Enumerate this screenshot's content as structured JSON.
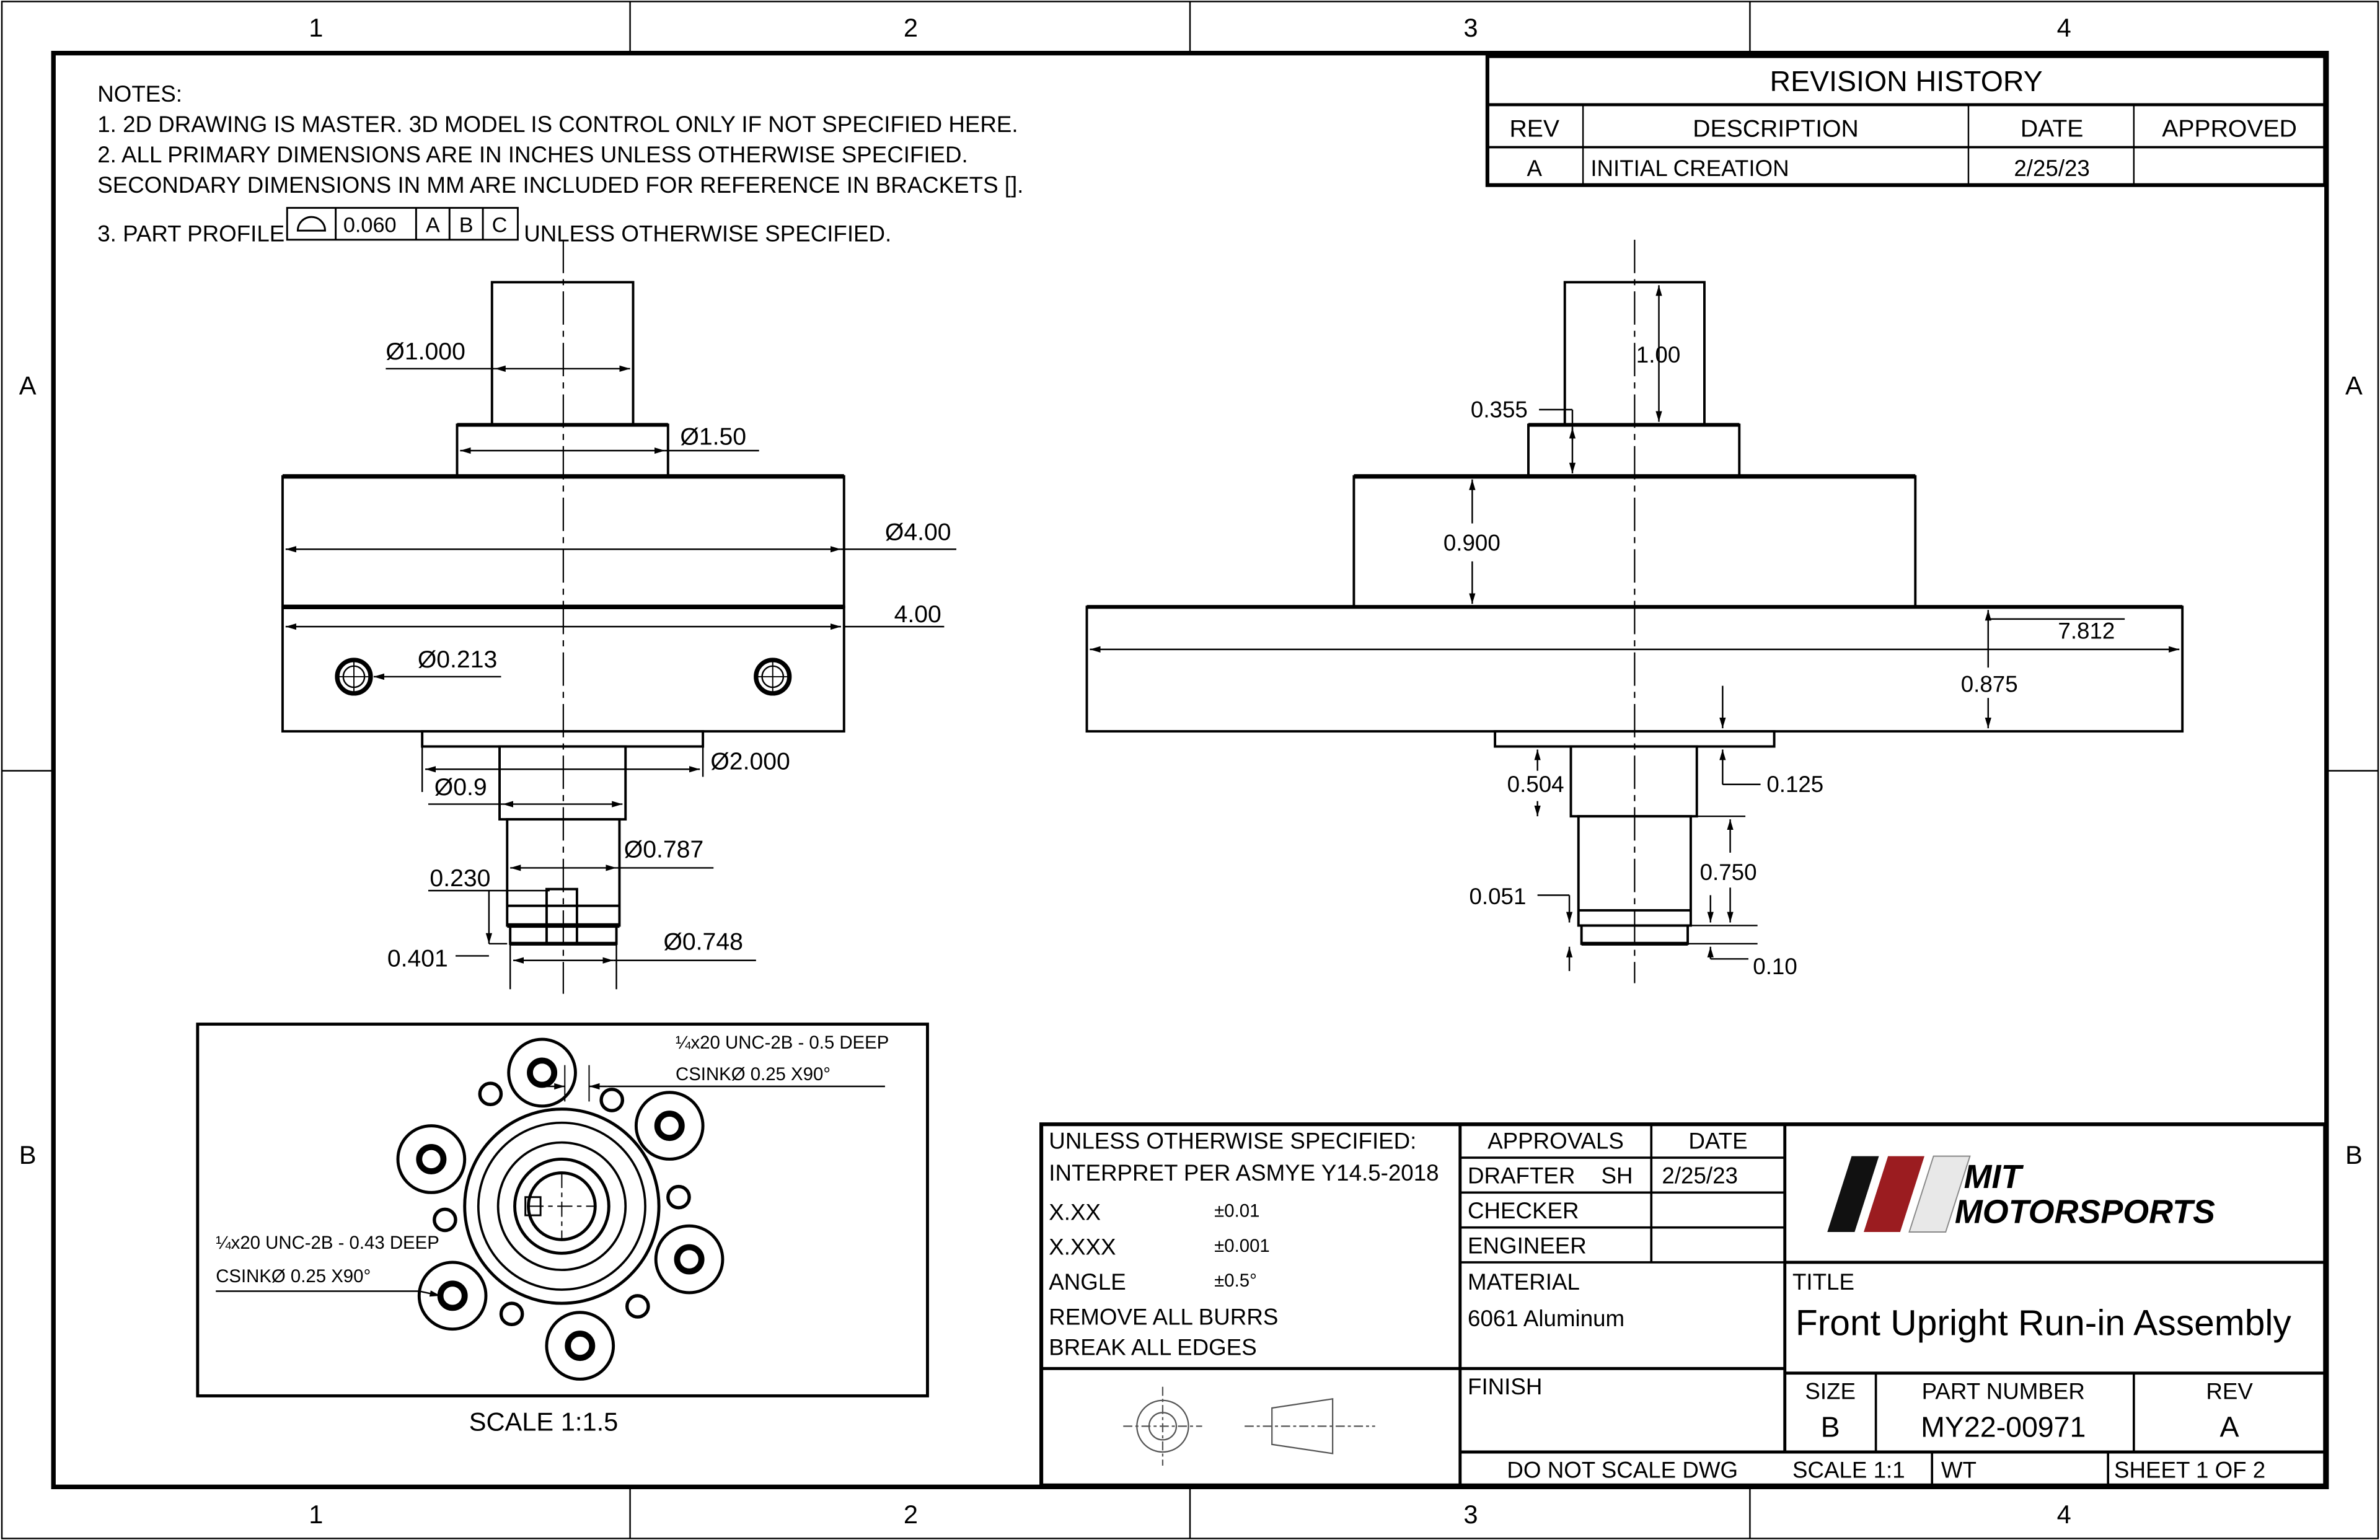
{
  "zones": {
    "cols": [
      "1",
      "2",
      "3",
      "4"
    ],
    "rows": [
      "A",
      "B"
    ]
  },
  "notes": {
    "heading": "NOTES:",
    "line1": "1. 2D DRAWING IS MASTER. 3D MODEL IS CONTROL ONLY IF NOT SPECIFIED HERE.",
    "line2": "2. ALL PRIMARY DIMENSIONS ARE IN INCHES UNLESS OTHERWISE SPECIFIED.",
    "line2b": "SECONDARY DIMENSIONS IN MM ARE INCLUDED FOR REFERENCE IN BRACKETS [].",
    "line3_prefix": "3. PART PROFILE",
    "line3_tol": "0.060",
    "line3_datums": [
      "A",
      "B",
      "C"
    ],
    "line3_suffix": "UNLESS OTHERWISE SPECIFIED."
  },
  "revision_history": {
    "title": "REVISION HISTORY",
    "headers": {
      "rev": "REV",
      "description": "DESCRIPTION",
      "date": "DATE",
      "approved": "APPROVED"
    },
    "rows": [
      {
        "rev": "A",
        "description": "INITIAL CREATION",
        "date": "2/25/23",
        "approved": ""
      }
    ]
  },
  "front_view": {
    "dims": {
      "d1": "Ø1.000",
      "d2": "Ø1.50",
      "d3": "Ø4.00",
      "d4": "4.00",
      "d5": "Ø0.213",
      "d6": "Ø2.000",
      "d7": "Ø0.9",
      "d8": "Ø0.787",
      "d9": "0.230",
      "d10": "0.401",
      "d11": "Ø0.748"
    }
  },
  "side_view": {
    "dims": {
      "d1": "1.00",
      "d2": "0.355",
      "d3": "0.900",
      "d4": "7.812",
      "d5": "0.875",
      "d6": "0.504",
      "d7": "0.125",
      "d8": "0.750",
      "d9": "0.051",
      "d10": "0.10"
    }
  },
  "detail_view": {
    "callout1_line1": "¼x20 UNC-2B - 0.5 DEEP",
    "callout1_line2": "CSINKØ 0.25 X90°",
    "callout2_line1": "¼x20 UNC-2B - 0.43 DEEP",
    "callout2_line2": "CSINKØ 0.25 X90°",
    "scale": "SCALE 1:1.5"
  },
  "title_block": {
    "spec_line1": "UNLESS OTHERWISE SPECIFIED:",
    "spec_line2": "INTERPRET PER ASMYE Y14.5-2018",
    "tolerances": [
      {
        "label": "X.XX",
        "value": "±0.01"
      },
      {
        "label": "X.XXX",
        "value": "±0.001"
      },
      {
        "label": "ANGLE",
        "value": "±0.5°"
      }
    ],
    "burrs": "REMOVE ALL BURRS",
    "edges": "BREAK ALL EDGES",
    "approvals_header": "APPROVALS",
    "date_header": "DATE",
    "drafter_label": "DRAFTER",
    "drafter_initials": "SH",
    "drafter_date": "2/25/23",
    "checker_label": "CHECKER",
    "engineer_label": "ENGINEER",
    "material_label": "MATERIAL",
    "material_value": "6061 Aluminum",
    "finish_label": "FINISH",
    "do_not_scale": "DO NOT SCALE DWG",
    "logo_line1": "MIT",
    "logo_line2": "MOTORSPORTS",
    "logo_colors": [
      "#111111",
      "#9b1c20",
      "#e8e8e8"
    ],
    "title_label": "TITLE",
    "title_value": "Front Upright Run-in Assembly",
    "size_label": "SIZE",
    "size_value": "B",
    "part_number_label": "PART NUMBER",
    "part_number_value": "MY22-00971",
    "rev_label": "REV",
    "rev_value": "A",
    "scale": "SCALE 1:1",
    "weight": "WT",
    "sheet": "SHEET 1 OF 2"
  }
}
